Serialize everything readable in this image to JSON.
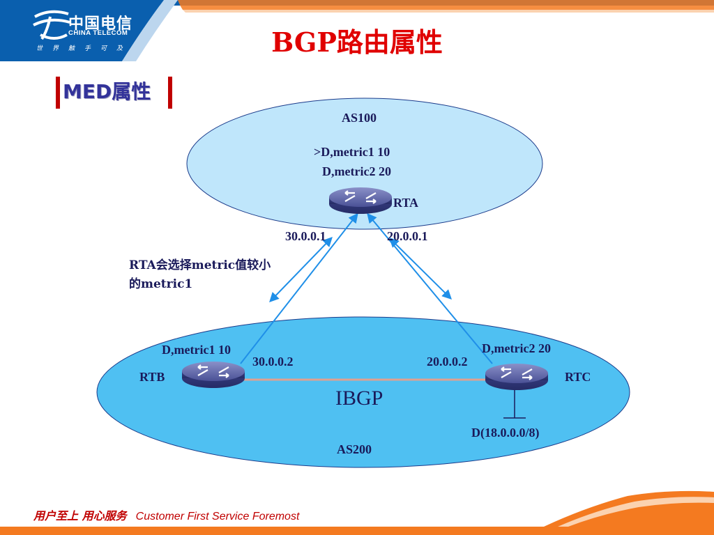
{
  "header": {
    "logo_cn": "中国电信",
    "logo_en": "CHINA TELECOM",
    "logo_slogan": "世界触手可及"
  },
  "title": "BGP路由属性",
  "subtitle": "MED属性",
  "as_top": {
    "name": "AS100",
    "route1": ">D,metric1 10",
    "route2": "D,metric2 20"
  },
  "as_bottom": {
    "name": "AS200",
    "ibgp": "IBGP"
  },
  "routers": {
    "rta": "RTA",
    "rtb": "RTB",
    "rtc": "RTC"
  },
  "links": {
    "rta_left": "30.0.0.1",
    "rta_right": "20.0.0.1",
    "rtb": "30.0.0.2",
    "rtc": "20.0.0.2"
  },
  "metrics": {
    "rtb": "D,metric1 10",
    "rtc": "D,metric2 20"
  },
  "network": "D(18.0.0.0/8)",
  "note": {
    "line1": "RTA会选择metric值较小",
    "line2": "的metric1"
  },
  "footer": {
    "cn": "用户至上  用心服务",
    "en": "Customer First Service Foremost"
  },
  "colors": {
    "title": "#e00000",
    "as_top_fill": "#bfe6fb",
    "as_bottom_fill": "#4fc0f2",
    "link_arrow": "#1f8fe8",
    "ibgp_link": "#e0a090",
    "header_blue": "#0a5fae",
    "footer_orange": "#f47a20"
  }
}
